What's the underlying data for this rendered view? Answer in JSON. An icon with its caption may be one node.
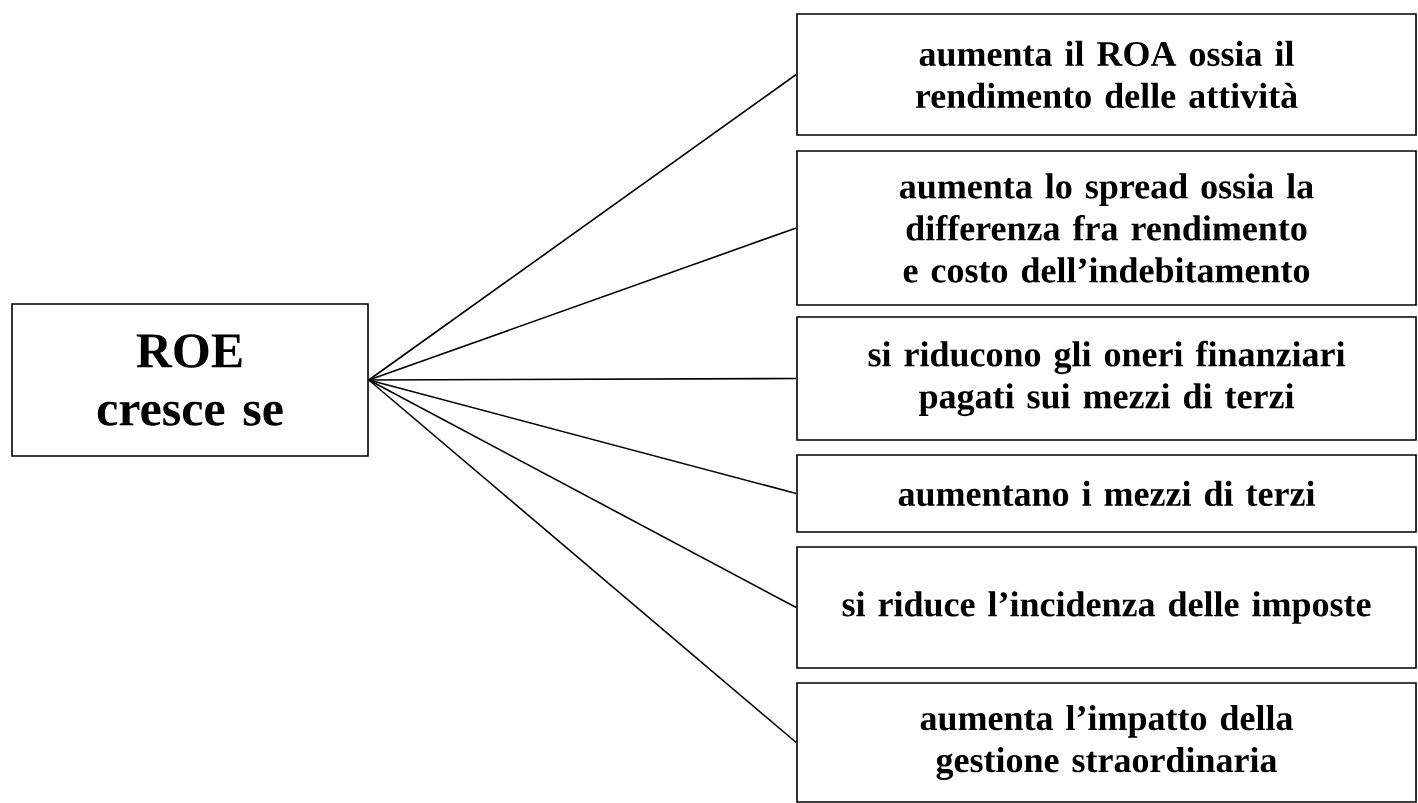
{
  "diagram": {
    "nodes": [
      {
        "text": [
          "ROE cresce se"
        ]
      },
      {
        "text": [
          "aumenta il ROA ossia il rendimento delle attività"
        ]
      },
      {
        "text": [
          "aumenta lo spread ossia la differenza fra rendimento e costo dell’indebitamento"
        ]
      },
      {
        "text": [
          "si riducono gli oneri finanziari pagati sui mezzi di terzi"
        ]
      },
      {
        "text": [
          "aumentano i mezzi di terzi"
        ]
      },
      {
        "text": [
          "si riduce l’incidenza delle imposte"
        ]
      },
      {
        "text": [
          "aumenta l’impatto della gestione straordinaria"
        ]
      }
    ],
    "edges": [
      {
        "from": 0,
        "to": 1,
        "arrow": "none"
      },
      {
        "from": 0,
        "to": 2,
        "arrow": "none"
      },
      {
        "from": 0,
        "to": 3,
        "arrow": "none"
      },
      {
        "from": 0,
        "to": 4,
        "arrow": "none"
      },
      {
        "from": 0,
        "to": 5,
        "arrow": "none"
      },
      {
        "from": 0,
        "to": 6,
        "arrow": "none"
      }
    ]
  }
}
